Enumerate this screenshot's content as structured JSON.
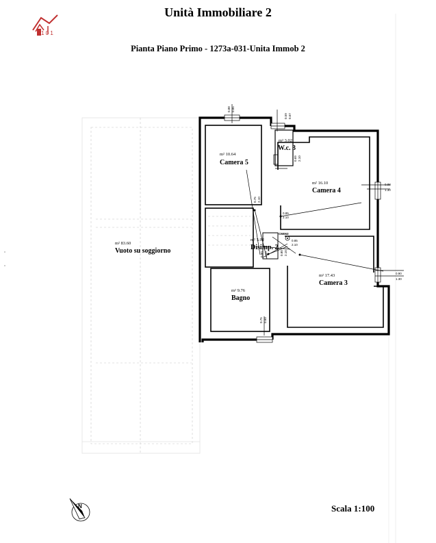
{
  "header": {
    "title": "Unità Immobiliare 2",
    "subtitle": "Pianta Piano Primo - 1273a-031-Unita Immob 2",
    "logo_text": "1 0 1"
  },
  "footer": {
    "scale": "Scala 1:100"
  },
  "north_label": "N",
  "rooms": [
    {
      "id": "camera5",
      "name": "Camera 5",
      "area": "m² 10.64"
    },
    {
      "id": "wc3",
      "name": "W.c. 3",
      "area": "m² 3.02"
    },
    {
      "id": "camera4",
      "name": "Camera 4",
      "area": "m² 16.10"
    },
    {
      "id": "disimp2",
      "name": "Disimp. 2",
      "area": "m² 5.92"
    },
    {
      "id": "bagno",
      "name": "Bagno",
      "area": "m² 9.76"
    },
    {
      "id": "camera3",
      "name": "Camera 3",
      "area": "m² 17.43"
    },
    {
      "id": "vuoto",
      "name": "Vuoto su soggiorno",
      "area": "m² 83.60"
    }
  ],
  "dimensions": {
    "win_camera5_top": [
      "0.88",
      "0.85"
    ],
    "win_wc_top": [
      "0.59",
      "0.67"
    ],
    "door_wc": [
      "0.69",
      "2.10"
    ],
    "door_camera5": [
      "0.75",
      "2.10"
    ],
    "door_camera4": [
      "0.85",
      "2.10"
    ],
    "door_camera3": [
      "0.80",
      "2.10"
    ],
    "door_disimp": [
      "0.85",
      "2.10"
    ],
    "door_bagno": [
      "0.80",
      "2.10"
    ],
    "win_camera4": [
      "0.88",
      "1.30"
    ],
    "win_camera3": [
      "0.90",
      "1.30"
    ],
    "win_bagno": [
      "0.75",
      "0.60"
    ],
    "stair_tag": "CM063"
  }
}
